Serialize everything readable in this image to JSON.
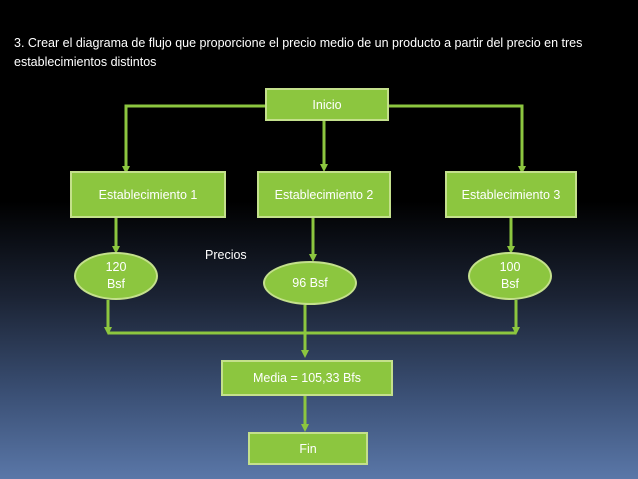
{
  "title": "3. Crear el diagrama de flujo que proporcione el precio medio de un producto a partir del precio en tres establecimientos distintos",
  "nodes": {
    "inicio": "Inicio",
    "est1": "Establecimiento 1",
    "est2": "Establecimiento 2",
    "est3": "Establecimiento 3",
    "precio1_line1": "120",
    "precio1_line2": "Bsf",
    "precio2": "96 Bsf",
    "precio3_line1": "100",
    "precio3_line2": "Bsf",
    "media": "Media = 105,33 Bfs",
    "fin": "Fin"
  },
  "labels": {
    "precios": "Precios"
  },
  "colors": {
    "node_fill": "#8cc63f",
    "node_border": "#c4e08c",
    "connector": "#8cc63f"
  }
}
